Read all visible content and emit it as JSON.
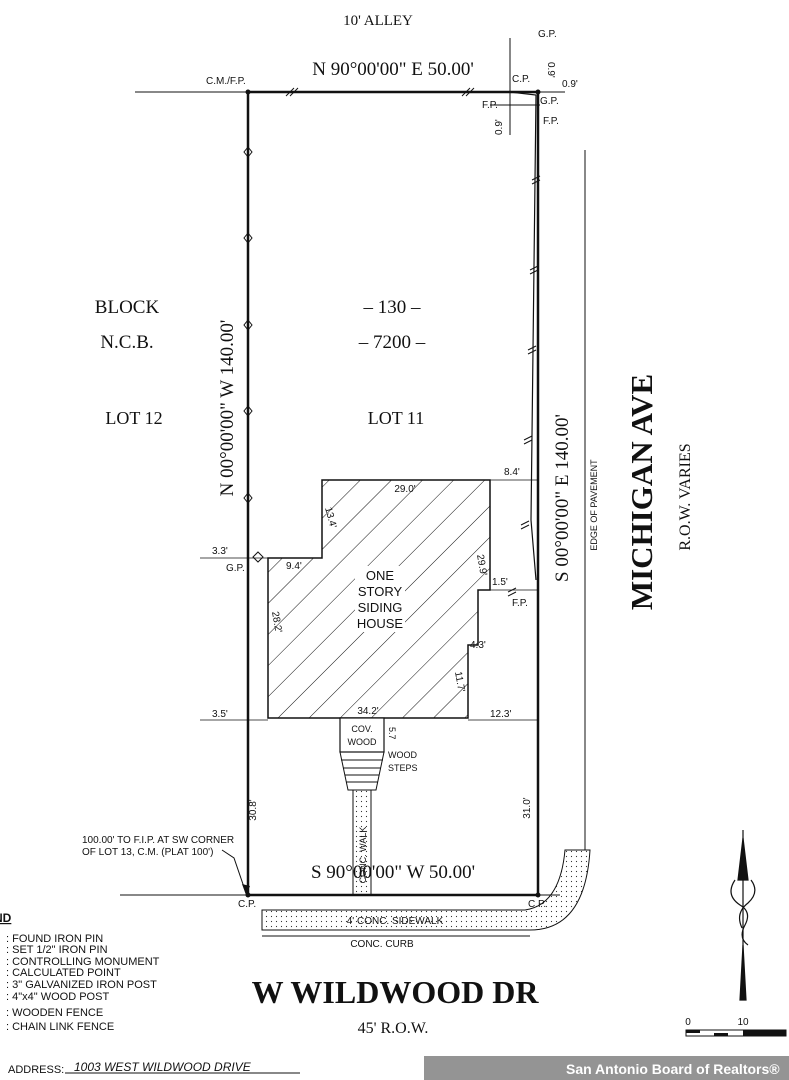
{
  "labels": {
    "alley": "10' ALLEY",
    "north_bearing": "N 90°00'00\" E 50.00'",
    "south_bearing": "S 90°00'00\" W 50.00'",
    "west_bearing": "N 00°00'00\" W 140.00'",
    "east_bearing": "S 00°00'00\" E 140.00'",
    "cm_fp": "C.M./F.P.",
    "cp_ne": "C.P.",
    "gp_top": "G.P.",
    "gp_ne": "G.P.",
    "fp_ne1": "F.P.",
    "fp_ne2": "F.P.",
    "dim_09_top": "0.9'",
    "dim_09_right": "0.9'",
    "dim_09_left": "0.9'",
    "block": "BLOCK",
    "block_num": "– 130 –",
    "ncb": "N.C.B.",
    "ncb_num": "– 7200 –",
    "lot12": "LOT 12",
    "lot11": "LOT 11",
    "gp_west": "G.P.",
    "dim_33": "3.3'",
    "dim_84": "8.4'",
    "dim_290": "29.0'",
    "dim_134": "13.4'",
    "dim_94": "9.4'",
    "dim_299": "29.9'",
    "dim_15": "1.5'",
    "fp_east": "F.P.",
    "dim_282": "28.2'",
    "dim_43": "4.3'",
    "dim_117": "11.7'",
    "dim_35": "3.5'",
    "dim_342": "34.2'",
    "dim_123": "12.3'",
    "house_1": "ONE",
    "house_2": "STORY",
    "house_3": "SIDING",
    "house_4": "HOUSE",
    "cov_1": "COV.",
    "cov_2": "WOOD",
    "dim_57": "5.7",
    "steps_1": "WOOD",
    "steps_2": "STEPS",
    "walk": "CONC. WALK",
    "dim_308": "30.8'",
    "dim_310": "31.0'",
    "corner_note_1": "100.00' TO F.I.P. AT SW CORNER",
    "corner_note_2": "OF LOT 13, C.M. (PLAT 100')",
    "cp_sw": "C.P.",
    "cp_se": "C.P.",
    "sidewalk": "4' CONC. SIDEWALK",
    "curb": "CONC. CURB",
    "edge_pavement": "EDGE OF PAVEMENT",
    "street_east": "MICHIGAN AVE",
    "row_east": "R.O.W. VARIES",
    "street_south": "W WILDWOOD DR",
    "row_south": "45' R.O.W.",
    "scale_0": "0",
    "scale_10": "10",
    "address": "ADDRESS:",
    "address_value": "1003 WEST WILDWOOD DRIVE",
    "watermark": "San Antonio Board of Realtors®"
  },
  "legend": {
    "title": "ND",
    "items": [
      ": FOUND IRON PIN",
      ": SET 1/2\" IRON PIN",
      ": CONTROLLING MONUMENT",
      ": CALCULATED POINT",
      ": 3\" GALVANIZED IRON POST",
      ": 4\"x4\" WOOD POST",
      ": WOODEN FENCE",
      ": CHAIN LINK FENCE"
    ]
  }
}
